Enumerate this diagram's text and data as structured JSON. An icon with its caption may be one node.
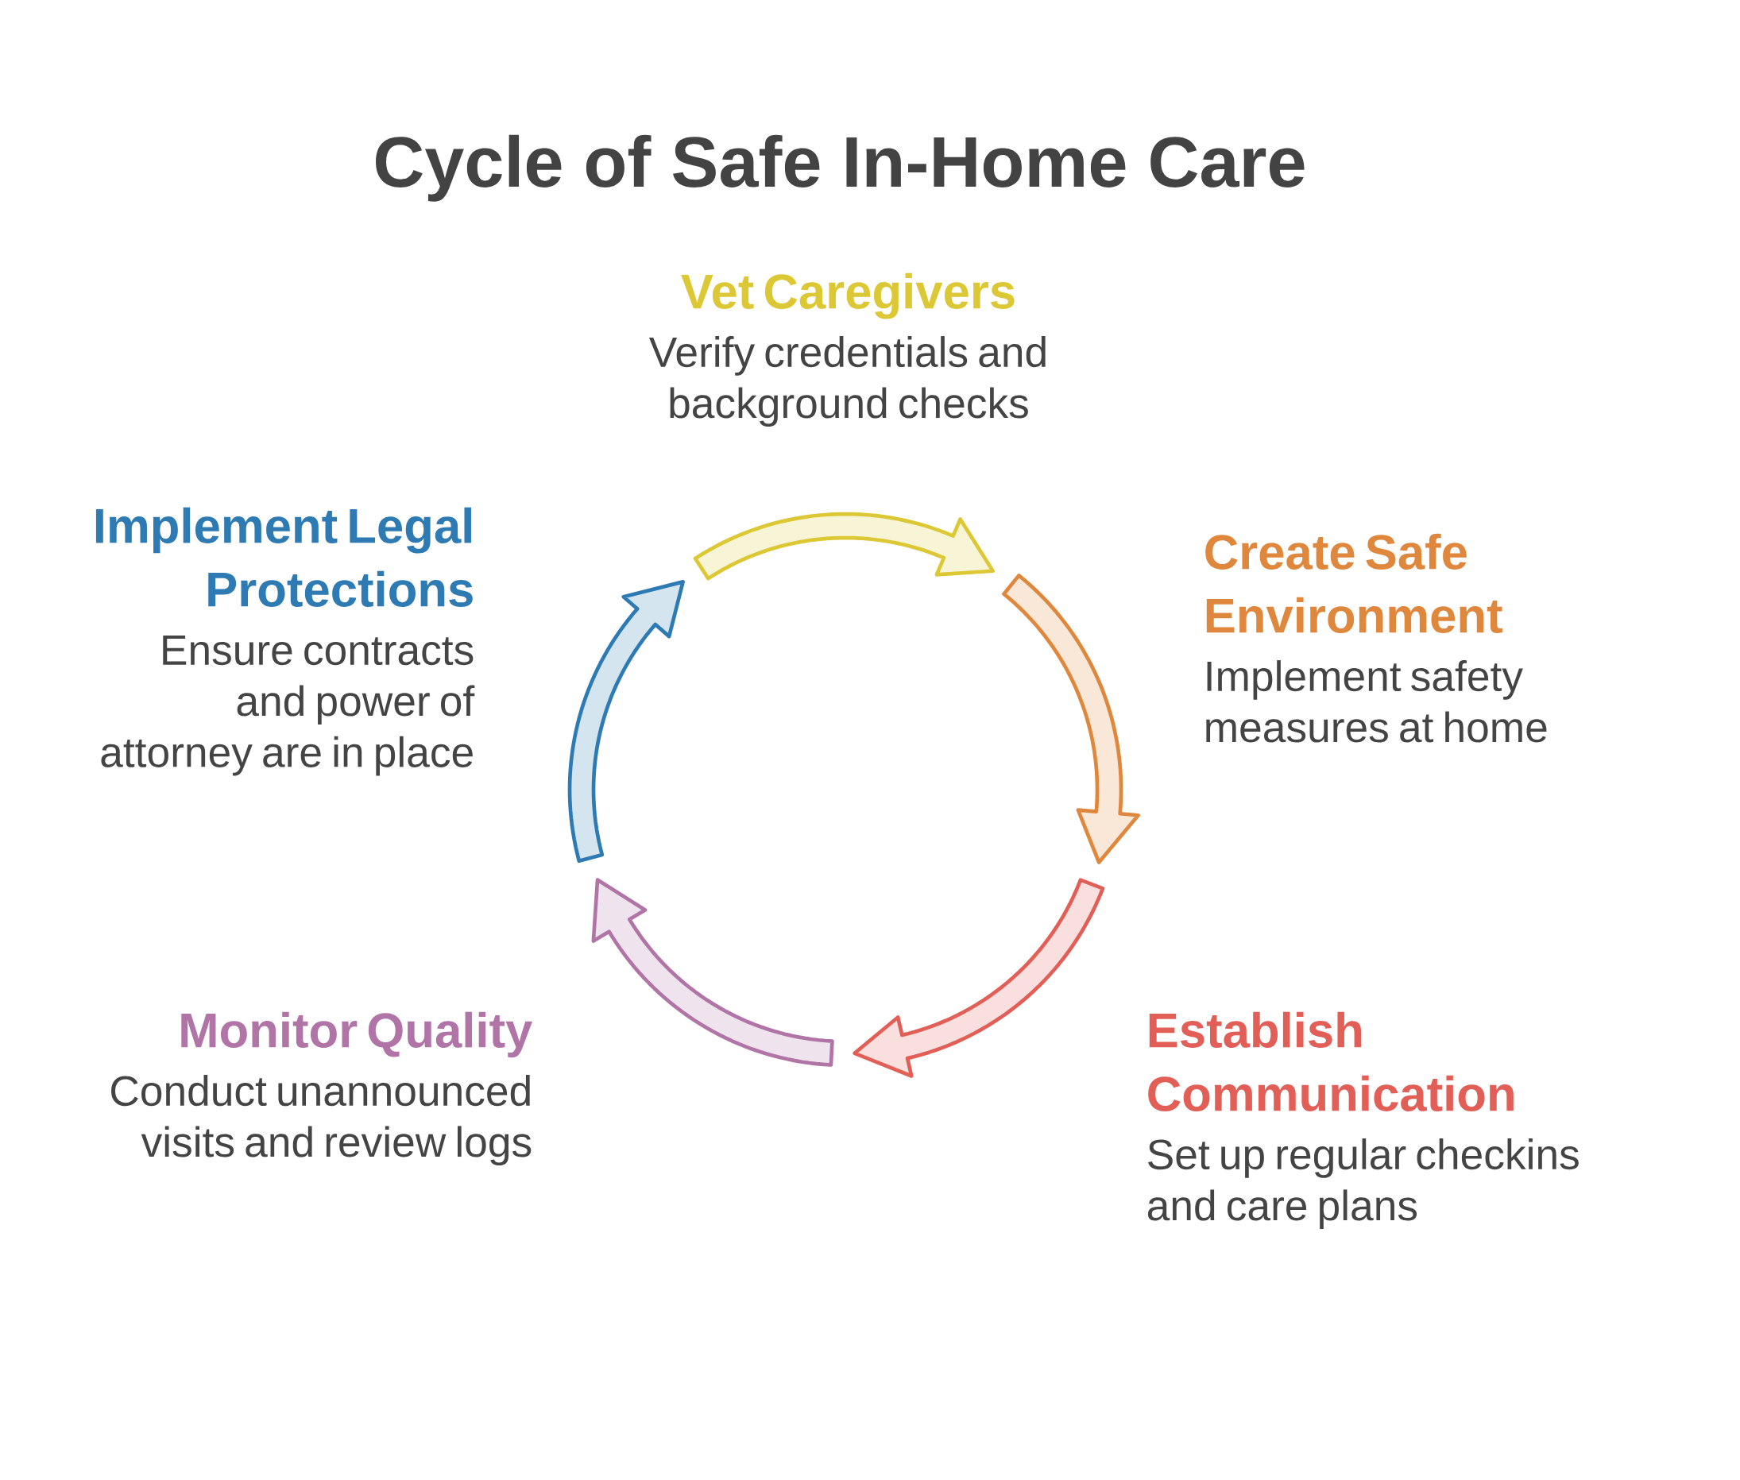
{
  "diagram": {
    "title": "Cycle of Safe In-Home Care",
    "nodes": [
      {
        "text": [
          "Vet Caregivers",
          "Verify credentials and background checks"
        ]
      },
      {
        "text": [
          "Create Safe Environment",
          "Implement safety measures at home"
        ]
      },
      {
        "text": [
          "Establish Communication",
          "Set up regular checkins and care plans"
        ]
      },
      {
        "text": [
          "Monitor Quality",
          "Conduct unannounced visits and review logs"
        ]
      },
      {
        "text": [
          "Implement Legal Protections",
          "Ensure contracts and power of attorney are in place"
        ]
      }
    ]
  }
}
